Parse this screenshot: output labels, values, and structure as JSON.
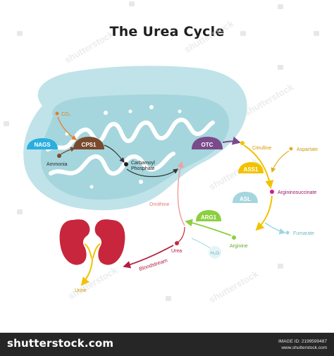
{
  "title": "The Urea Cycle",
  "labels": {
    "co2": "CO₂",
    "nags": "NAGS",
    "cps1": "CPS1",
    "ammonia": "Ammonia",
    "carbamoyl_line1": "Carbamoyl",
    "carbamoyl_line2": "Phosphate",
    "otc": "OTC",
    "citrulline": "Citrulline",
    "aspartate": "Aspartate",
    "ass1": "ASS1",
    "argininosuccinate": "Argininosuccinate",
    "asl": "ASL",
    "fumarate": "Fumarate",
    "ornithine": "Ornithine",
    "arg1": "ARG1",
    "arginine": "Arginine",
    "h2o": "H₂O",
    "urea": "Urea",
    "bloodstream": "Bloodstream",
    "urine": "Urine"
  },
  "watermark": "shutterstock",
  "footer": {
    "brand": "shutterstock.com",
    "image_id": "IMAGE ID: 2199599487",
    "site": "www.shutterstock.com"
  },
  "colors": {
    "mito_outer": "#bfe3e8",
    "mito_inner": "#a5d6dd",
    "nags": "#2aaee0",
    "cps1": "#7a4a2d",
    "otc": "#7a4b8b",
    "citrulline_arrow": "#f2c200",
    "ass1": "#f2c200",
    "asl": "#a5d6dd",
    "arg1": "#8ccf3f",
    "argininosuccinate_dot": "#d21a8c",
    "fumarate_arrow": "#9dd6e0",
    "ornithine_arrow": "#f0a0a0",
    "bloodstream_arrow": "#b21e3d",
    "kidney": "#c8263c"
  }
}
